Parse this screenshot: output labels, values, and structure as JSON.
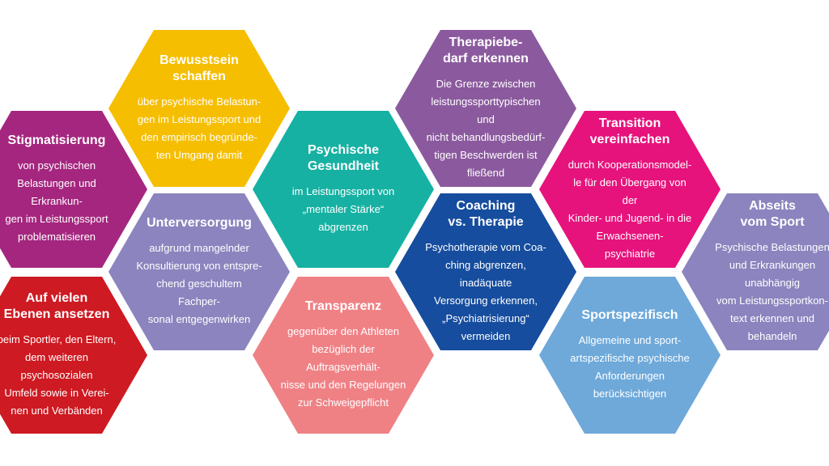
{
  "hexagons": [
    {
      "id": "bewusstsein",
      "title": "Bewusstsein\nschaffen",
      "description": "über psychische Belastun-\ngen im Leistungssport und\nden empirisch begründe-\nten Umgang damit",
      "color": "#F6BE00"
    },
    {
      "id": "stigmatisierung",
      "title": "Stigmatisierung",
      "description": "von psychischen\nBelastungen und Erkrankun-\ngen im Leistungssport\nproblematisieren",
      "color": "#A5267F"
    },
    {
      "id": "unterversorgung",
      "title": "Unterversorgung",
      "description": "aufgrund mangelnder\nKonsultierung von entspre-\nchend geschultem Fachper-\nsonal entgegenwirken",
      "color": "#8B84BE"
    },
    {
      "id": "ebenen",
      "title": "Auf vielen\nEbenen ansetzen",
      "description": "beim Sportler, den Eltern,\ndem weiteren psychosozialen\nUmfeld sowie in Verei-\nnen und Verbänden",
      "color": "#CE1A22"
    },
    {
      "id": "gesundheit",
      "title": "Psychische\nGesundheit",
      "description": "im Leistungssport von\n„mentaler Stärke“\nabgrenzen",
      "color": "#16B1A3"
    },
    {
      "id": "transparenz",
      "title": "Transparenz",
      "description": "gegenüber den Athleten\nbezüglich der Auftragsverhält-\nnisse und den Regelungen\nzur Schweigepflicht",
      "color": "#EF8185"
    },
    {
      "id": "therapiebedarf",
      "title": "Therapiebe-\ndarf erkennen",
      "description": "Die Grenze zwischen\nleistungssporttypischen und\nnicht behandlungsbedürf-\ntigen Beschwerden ist\nfließend",
      "color": "#8B5A9E"
    },
    {
      "id": "coaching",
      "title": "Coaching\nvs. Therapie",
      "description": "Psychotherapie vom Coa-\nching abgrenzen, inadäquate\nVersorgung erkennen,\n„Psychiatrisierung“\nvermeiden",
      "color": "#164D9E"
    },
    {
      "id": "transition",
      "title": "Transition\nvereinfachen",
      "description": "durch Kooperationsmodel-\nle für den Übergang von der\nKinder- und Jugend- in die\nErwachsenen-\npsychiatrie",
      "color": "#E6137C"
    },
    {
      "id": "sportspezifisch",
      "title": "Sportspezifisch",
      "description": "Allgemeine und sport-\nartspezifische psychische\nAnforderungen\nberücksichtigen",
      "color": "#6EA9DA"
    },
    {
      "id": "abseits",
      "title": "Abseits\nvom Sport",
      "description": "Psychische Belastungen\nund Erkrankungen unabhängig\nvom Leistungssportkon-\ntext erkennen und\nbehandeln",
      "color": "#8B84BE"
    }
  ]
}
